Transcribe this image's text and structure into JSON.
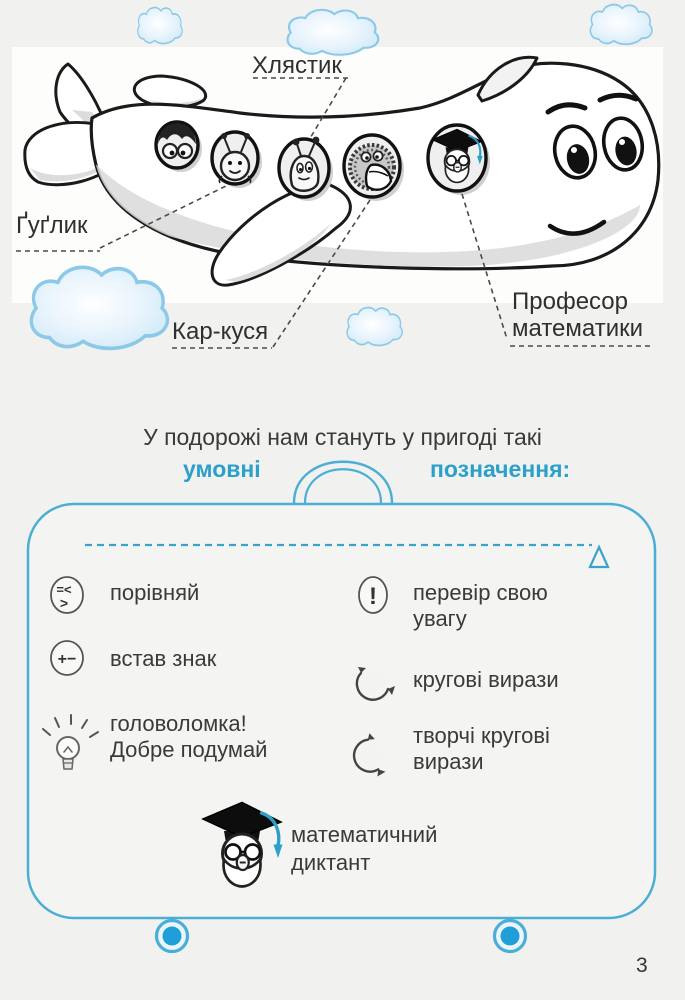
{
  "colors": {
    "accent": "#2ba0ca",
    "border": "#4aaed6",
    "zip": "#3aa2cc",
    "wheel": "#1f9ed8",
    "ink": "#3a3a3a"
  },
  "plane_labels": {
    "top": "Хлястик",
    "left": "Ґуґлик",
    "bottom": "Кар-куся",
    "right": "Професор\nматематики"
  },
  "intro": {
    "line": "У подорожі нам стануть у пригоді такі",
    "highlight_left": "умовні",
    "highlight_right": "позначення:"
  },
  "legend": {
    "left": [
      {
        "icon": "compare-icon",
        "label": "порівняй"
      },
      {
        "icon": "plus-minus-icon",
        "label": "встав знак"
      },
      {
        "icon": "lightbulb-icon",
        "label": "головоломка!\nДобре подумай"
      }
    ],
    "right": [
      {
        "icon": "exclamation-icon",
        "label": "перевір свою\nувагу"
      },
      {
        "icon": "circular-arrow-icon",
        "label": "кругові вирази"
      },
      {
        "icon": "circular-arrow-creative-icon",
        "label": "творчі кругові\nвирази"
      }
    ],
    "bottom": {
      "icon": "professor-icon",
      "label": "математичний\nдиктант"
    }
  },
  "icon_glyphs": {
    "compare_top": "=<",
    "compare_bottom": ">",
    "plus_minus": "+−",
    "exclamation": "!"
  },
  "page_number": "3"
}
